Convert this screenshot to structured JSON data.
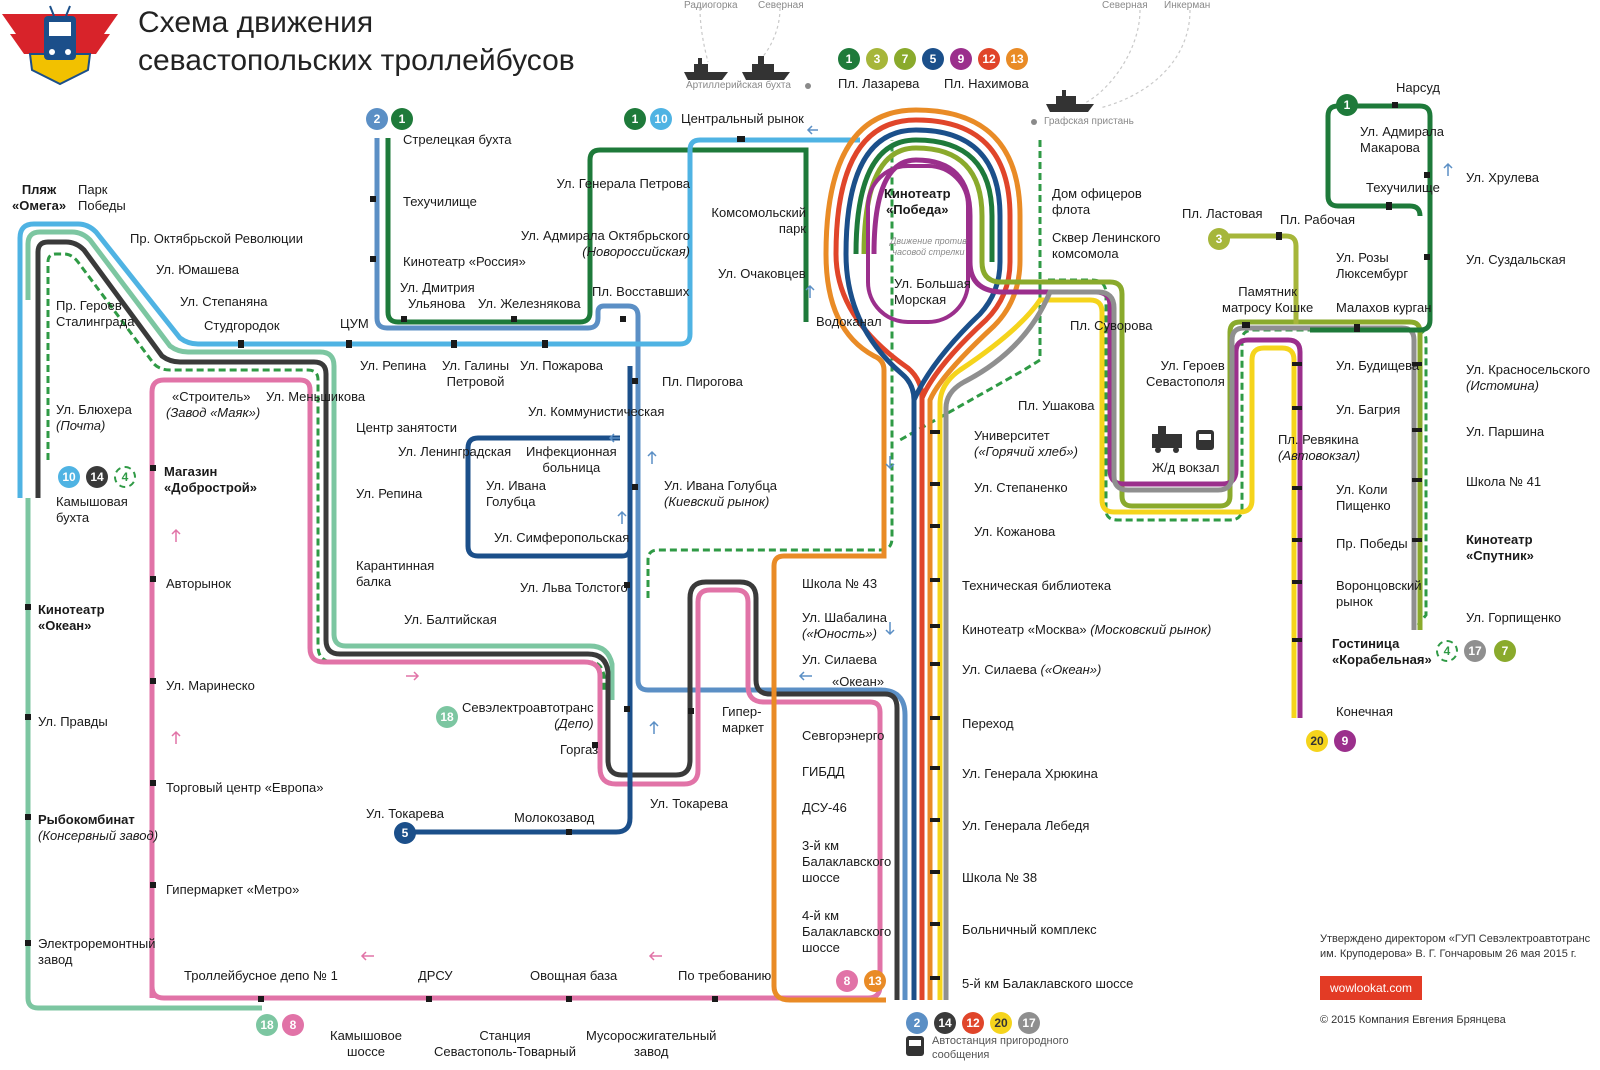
{
  "header": {
    "title_line1": "Схема движения",
    "title_line2": "севастопольских троллейбусов"
  },
  "colors": {
    "r1": "#1e7a3a",
    "r2": "#5b8fc5",
    "r3": "#a6b63a",
    "r4": "#2f9a45",
    "r5": "#1b4f8a",
    "r7": "#8aaa2c",
    "r8": "#e173a7",
    "r9": "#9b2f8c",
    "r10": "#4fb3e3",
    "r12": "#e0452a",
    "r13": "#e98b26",
    "r14": "#3a3a3a",
    "r17": "#8f8f8f",
    "r18": "#7cc6a1",
    "r20": "#f5d41c",
    "logo_red": "#d8232a",
    "logo_yellow": "#f2c100",
    "logo_blue": "#1b4f8a"
  },
  "top_badges": [
    "1",
    "3",
    "7",
    "5",
    "9",
    "12",
    "13"
  ],
  "ferry": {
    "radiogorka": "Радиогорка",
    "severnaya1": "Северная",
    "artbay": "Артиллерийская бухта",
    "severnaya2": "Северная",
    "inkerman": "Инкерман",
    "grafskaya": "Графская пристань"
  },
  "stops": {
    "pl_lazareva": "Пл. Лазарева",
    "pl_nakhimova": "Пл. Нахимова",
    "central_market": "Центральный рынок",
    "streletskaya": "Стрелецкая бухта",
    "tekhuchilishche": "Техучилище",
    "kino_rossiya": "Кинотеатр «Россия»",
    "gen_petrova": "Ул. Генерала Петрова",
    "adm_okt": "Ул. Адмирала Октябрьского",
    "adm_okt_alt": "(Новороссийская)",
    "komsomolsky": "Комсомольский",
    "komsomolsky2": "парк",
    "ochakovtsev": "Ул. Очаковцев",
    "dmitria": "Ул. Дмитрия",
    "dmitria2": "Ульянова",
    "zheleznyakova": "Ул. Железнякова",
    "pl_vosstavshikh": "Пл. Восставших",
    "vodokanal": "Водоканал",
    "plyazh": "Пляж",
    "plyazh2": "«Омега»",
    "park": "Парк",
    "park2": "Победы",
    "pr_okt_rev": "Пр. Октябрьской Революции",
    "yumasheva": "Ул. Юмашева",
    "geroev_stal": "Пр. Героев",
    "geroev_stal2": "Сталинграда",
    "stepanyana": "Ул. Степаняна",
    "studgorodok": "Студгородок",
    "tsum": "ЦУМ",
    "repina1": "Ул. Репина",
    "galiny": "Ул. Галины",
    "galiny2": "Петровой",
    "pozharova": "Ул. Пожарова",
    "stroitel": "«Строитель»",
    "stroitel_alt": "(Завод «Маяк»)",
    "menshikova": "Ул. Меньшикова",
    "blyukhera": "Ул. Блюхера",
    "blyukhera_alt": "(Почта)",
    "kamyshovaya": "Камышовая",
    "kamyshovaya2": "бухта",
    "tsentr_zan": "Центр занятости",
    "leningradskaya": "Ул. Ленинградская",
    "infektsionnaya": "Инфекционная",
    "infektsionnaya2": "больница",
    "kommunisticheskaya": "Ул. Коммунистическая",
    "pl_pirogova": "Пл. Пирогова",
    "ivana_golubtsa_w": "Ул. Ивана",
    "ivana_golubtsa_w2": "Голубца",
    "ivana_golubtsa": "Ул. Ивана Голубца",
    "ivana_golubtsa_alt": "(Киевский рынок)",
    "simferopolskaya": "Ул. Симферопольская",
    "magazin": "Магазин",
    "magazin2": "«Добрострой»",
    "repina2": "Ул. Репина",
    "karantinnaya": "Карантинная",
    "karantinnaya2": "балка",
    "lva_tolstogo": "Ул. Льва Толстого",
    "avtorynok": "Авторынок",
    "baltiyskaya": "Ул. Балтийская",
    "kino_okean_w": "Кинотеатр",
    "kino_okean_w2": "«Океан»",
    "marinesko": "Ул. Маринеско",
    "pravdy": "Ул. Правды",
    "sevelektro": "Севэлектроавтотранс",
    "sevelektro_alt": "(Депо)",
    "gorgaz": "Горгаз",
    "giper": "Гипер-",
    "giper2": "маркет",
    "tc_evropa": "Торговый центр «Европа»",
    "tokareva_w": "Ул. Токарева",
    "molokozavod": "Молокозавод",
    "tokareva": "Ул. Токарева",
    "rybokombinat": "Рыбокомбинат",
    "rybokombinat_alt": "(Консервный завод)",
    "metro": "Гипермаркет «Метро»",
    "elektroremont": "Электроремонтный",
    "elektroremont2": "завод",
    "depo1": "Троллейбусное депо № 1",
    "drsu": "ДРСУ",
    "ovoshchnaya": "Овощная база",
    "po_treb": "По требованию",
    "kamyshovoe": "Камышовое",
    "kamyshovoe2": "шоссе",
    "stantsiya": "Станция",
    "stantsiya2": "Севастополь-Товарный",
    "musoros": "Мусоросжигательный",
    "musoros2": "завод",
    "shkola43": "Школа № 43",
    "shabalina": "Ул. Шабалина",
    "shabalina_alt": "(«Юность»)",
    "silaeva_w": "Ул. Силаева",
    "okean_q": "«Океан»",
    "sevgres": "Севгорэнерго",
    "gibdd": "ГИБДД",
    "dsu46": "ДСУ-46",
    "km3": "3-й км",
    "km3b": "Балаклавского",
    "km3c": "шоссе",
    "km4": "4-й км",
    "km4b": "Балаклавского",
    "km4c": "шоссе",
    "kino_pobeda": "Кинотеатр",
    "kino_pobeda2": "«Победа»",
    "circle_note": "Движение против",
    "circle_note2": "часовой стрелки",
    "bolshaya_morskaya": "Ул. Большая",
    "bolshaya_morskaya2": "Морская",
    "dom_ofitserov": "Дом офицеров",
    "dom_ofitserov2": "флота",
    "skver": "Сквер Ленинского",
    "skver2": "комсомола",
    "pl_suvorova": "Пл. Суворова",
    "pl_ushakova": "Пл. Ушакова",
    "universitet": "Университет",
    "universitet_alt": "(«Горячий хлеб»)",
    "stepanenko": "Ул. Степаненко",
    "kozhanova": "Ул. Кожанова",
    "tekh_bibl": "Техническая библиотека",
    "kino_moskva": "Кинотеатр «Москва»",
    "kino_moskva_alt": "(Московский рынок)",
    "silaeva": "Ул. Силаева",
    "silaeva_alt": "(«Океан»)",
    "perekhod": "Переход",
    "khryukina": "Ул. Генерала Хрюкина",
    "lebedya": "Ул. Генерала Лебедя",
    "shkola38": "Школа № 38",
    "bolnichny": "Больничный комплекс",
    "km5": "5-й км Балаклавского шоссе",
    "avtostantsiya": "Автостанция пригородного",
    "avtostantsiya2": "сообщения",
    "pl_lastovaya": "Пл. Ластовая",
    "rabochaya": "Пл. Рабочая",
    "pamyatnik": "Памятник",
    "pamyatnik2": "матросу Кошке",
    "geroev_sev": "Ул. Героев",
    "geroev_sev2": "Севастополя",
    "zhd_vokzal": "Ж/д вокзал",
    "pl_revyakina": "Пл. Ревякина",
    "pl_revyakina_alt": "(Автовокзал)",
    "narsud": "Нарсуд",
    "adm_makarova": "Ул. Адмирала",
    "adm_makarova2": "Макарова",
    "tekhuchilishche2": "Техучилище",
    "khruleva": "Ул. Хрулева",
    "rozy": "Ул. Розы",
    "rozy2": "Люксембург",
    "suzdalskaya": "Ул. Суздальская",
    "malakhov": "Малахов курган",
    "budishcheva": "Ул. Будищева",
    "krasnoselskogo": "Ул. Красносельского",
    "krasnoselskogo_alt": "(Истомина)",
    "bagriya": "Ул. Багрия",
    "parshina": "Ул. Паршина",
    "koli": "Ул. Коли",
    "koli2": "Пищенко",
    "shkola41": "Школа № 41",
    "pr_pobedy": "Пр. Победы",
    "kino_sputnik": "Кинотеатр",
    "kino_sputnik2": "«Спутник»",
    "vorontsovsky": "Воронцовский",
    "vorontsovsky2": "рынок",
    "gorpishchenko": "Ул. Горпищенко",
    "gostinitsa": "Гостиница",
    "gostinitsa2": "«Корабельная»",
    "konechnaya": "Конечная"
  },
  "footer": {
    "approval_line1": "Утверждено директором «ГУП Севэлектроавтотранс",
    "approval_line2": "им. Круподерова» В. Г. Гончаровым 26 мая 2015 г.",
    "brand": "wowlookat.com",
    "copyright": "© 2015 Компания Евгения Брянцева"
  }
}
